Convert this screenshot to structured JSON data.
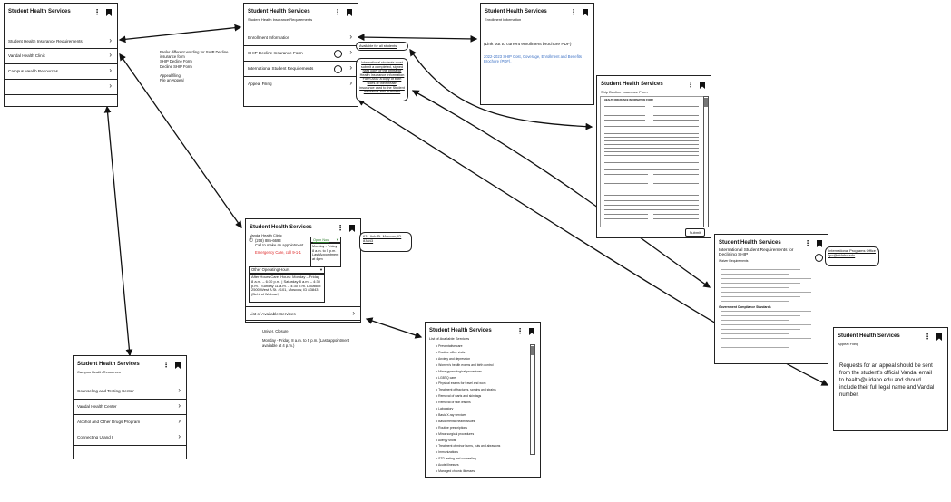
{
  "app_title": "Student Health Services",
  "screens": {
    "home": {
      "items": [
        "Student Health Insurance Requirements",
        "Vandal Health Clinic",
        "Campus Health Resources",
        ""
      ]
    },
    "insurance": {
      "subtitle": "Student Health Insurance Requirements",
      "items": [
        "Enrollment Information",
        "SHIP Decline Insurance Form",
        "International Student Requirements",
        "Appeal Filing"
      ]
    },
    "enrollment": {
      "subtitle": "Enrollment Information",
      "body": "(Link out to current enrollment brochure PDF)",
      "link": "2022-2023 SHIP Cost, Coverage, Enrollment and Benefits Brochure (PDF)."
    },
    "decline_form": {
      "subtitle": "Ship Decline Insurance Form",
      "form_heading": "HEALTH INSURANCE INFORMATION FORM",
      "submit_label": "Submit"
    },
    "clinic": {
      "subtitle": "Vandal Health Clinic",
      "phone": "(208) 885-6693",
      "call_text": "Call to make an appointment",
      "emergency": "Emergency Care, call 9-1-1",
      "open_now": "Open Now",
      "hours_dropdown": "Monday - Friday 8 a.m. to 5 p.m. Last Appointment at 4pm",
      "other_hours_label": "Other Operating Hours",
      "other_hours_text": "After Hours Care: Hours: Monday – Friday 8 a.m. – 6:30 p.m. | Saturday 8 a.m. – 4:30 p.m. | Sunday 11 a.m. – 4:30 p.m. Location: 2500 West A St. #101, Moscow, ID 83843 (Behind Walmart)",
      "list_link": "List of Available Services",
      "address_callout": "631 Ash St. Moscow, ID 83843"
    },
    "resources": {
      "subtitle": "Campus Health Resources",
      "items": [
        "Counseling and Testing Center",
        "Vandal Health Center",
        "Alcohol and Other Drugs Program",
        "Connecting U and I"
      ]
    },
    "services": {
      "subtitle": "List of Available Services",
      "items": [
        "Preventative care",
        "Routine office visits",
        "Anxiety and depression",
        "Women's health exams and birth control",
        "Minor gynecological procedures",
        "LGBTQ care",
        "Physical exams for travel and work",
        "Treatment of fractures, sprains and strains",
        "Removal of warts and skin tags",
        "Removal of skin lesions",
        "Laboratory",
        "Basic X-ray services",
        "Basic mental health issues",
        "Routine prescriptions",
        "Minor surgical procedures",
        "Allergy shots",
        "Treatment of minor burns, cuts and abrasions",
        "Immunizations",
        "STD testing and counseling",
        "Acute illnesses",
        "Managed chronic illnesses"
      ]
    },
    "international": {
      "subtitle": "International Student Requirements for Declining SHIP",
      "section1": "Waiver Requirements",
      "section2": "Government Compliance Standards",
      "callout_title": "International Programs Office",
      "callout_email": "ipo@uidaho.edu"
    },
    "appeal": {
      "subtitle": "Appeal Filing",
      "body": "Requests for an appeal should be sent from the student's official Vandal email to health@uidaho.edu and should include their full legal name and Vandal number."
    }
  },
  "notes": {
    "wording": "Prefer different wording for SHIP Decline insurance form\n        SHIP Decline Form\n        Decline SHIP Form\n\nAppeal filing\n        File an Appeal",
    "closure": "Univer. Closure:\n\nMonday - Friday, 8 a.m. to 5 p.m. (Last appointment available at 4 p.m.)",
    "callout_available": "Available for all students",
    "callout_international": "International students must submit a completed, signed hard copy of the printable Health Insurance Information Form AND a copy of both sides of their health insurance card to the Student Insurance and Business"
  }
}
